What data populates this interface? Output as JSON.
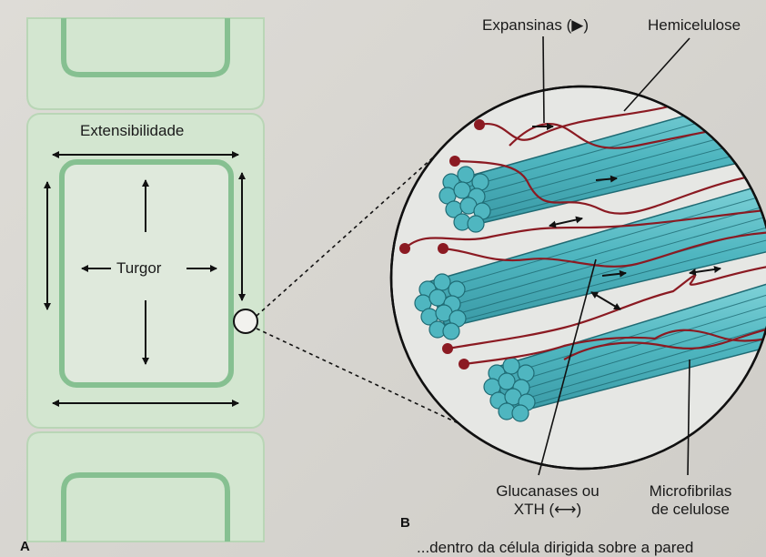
{
  "panel_a": {
    "letter": "A",
    "extensibility_label": "Extensibilidade",
    "turgor_label": "Turgor"
  },
  "panel_b": {
    "letter": "B",
    "expansins_label": "Expansinas (▶)",
    "hemicellulose_label": "Hemicelulose",
    "glucanases_label_line1": "Glucanases ou",
    "glucanases_label_line2": "XTH (⟷)",
    "microfibrils_label_line1": "Microfibrilas",
    "microfibrils_label_line2": "de celulose"
  },
  "caption_fragment": "...dentro da célula dirigida sobre a pared",
  "colors": {
    "cell_wall_fill": "#cfe3cc",
    "cell_wall_line": "#7fb88a",
    "microfibril": "#5fc0c8",
    "hemicellulose": "#8b1a22"
  }
}
